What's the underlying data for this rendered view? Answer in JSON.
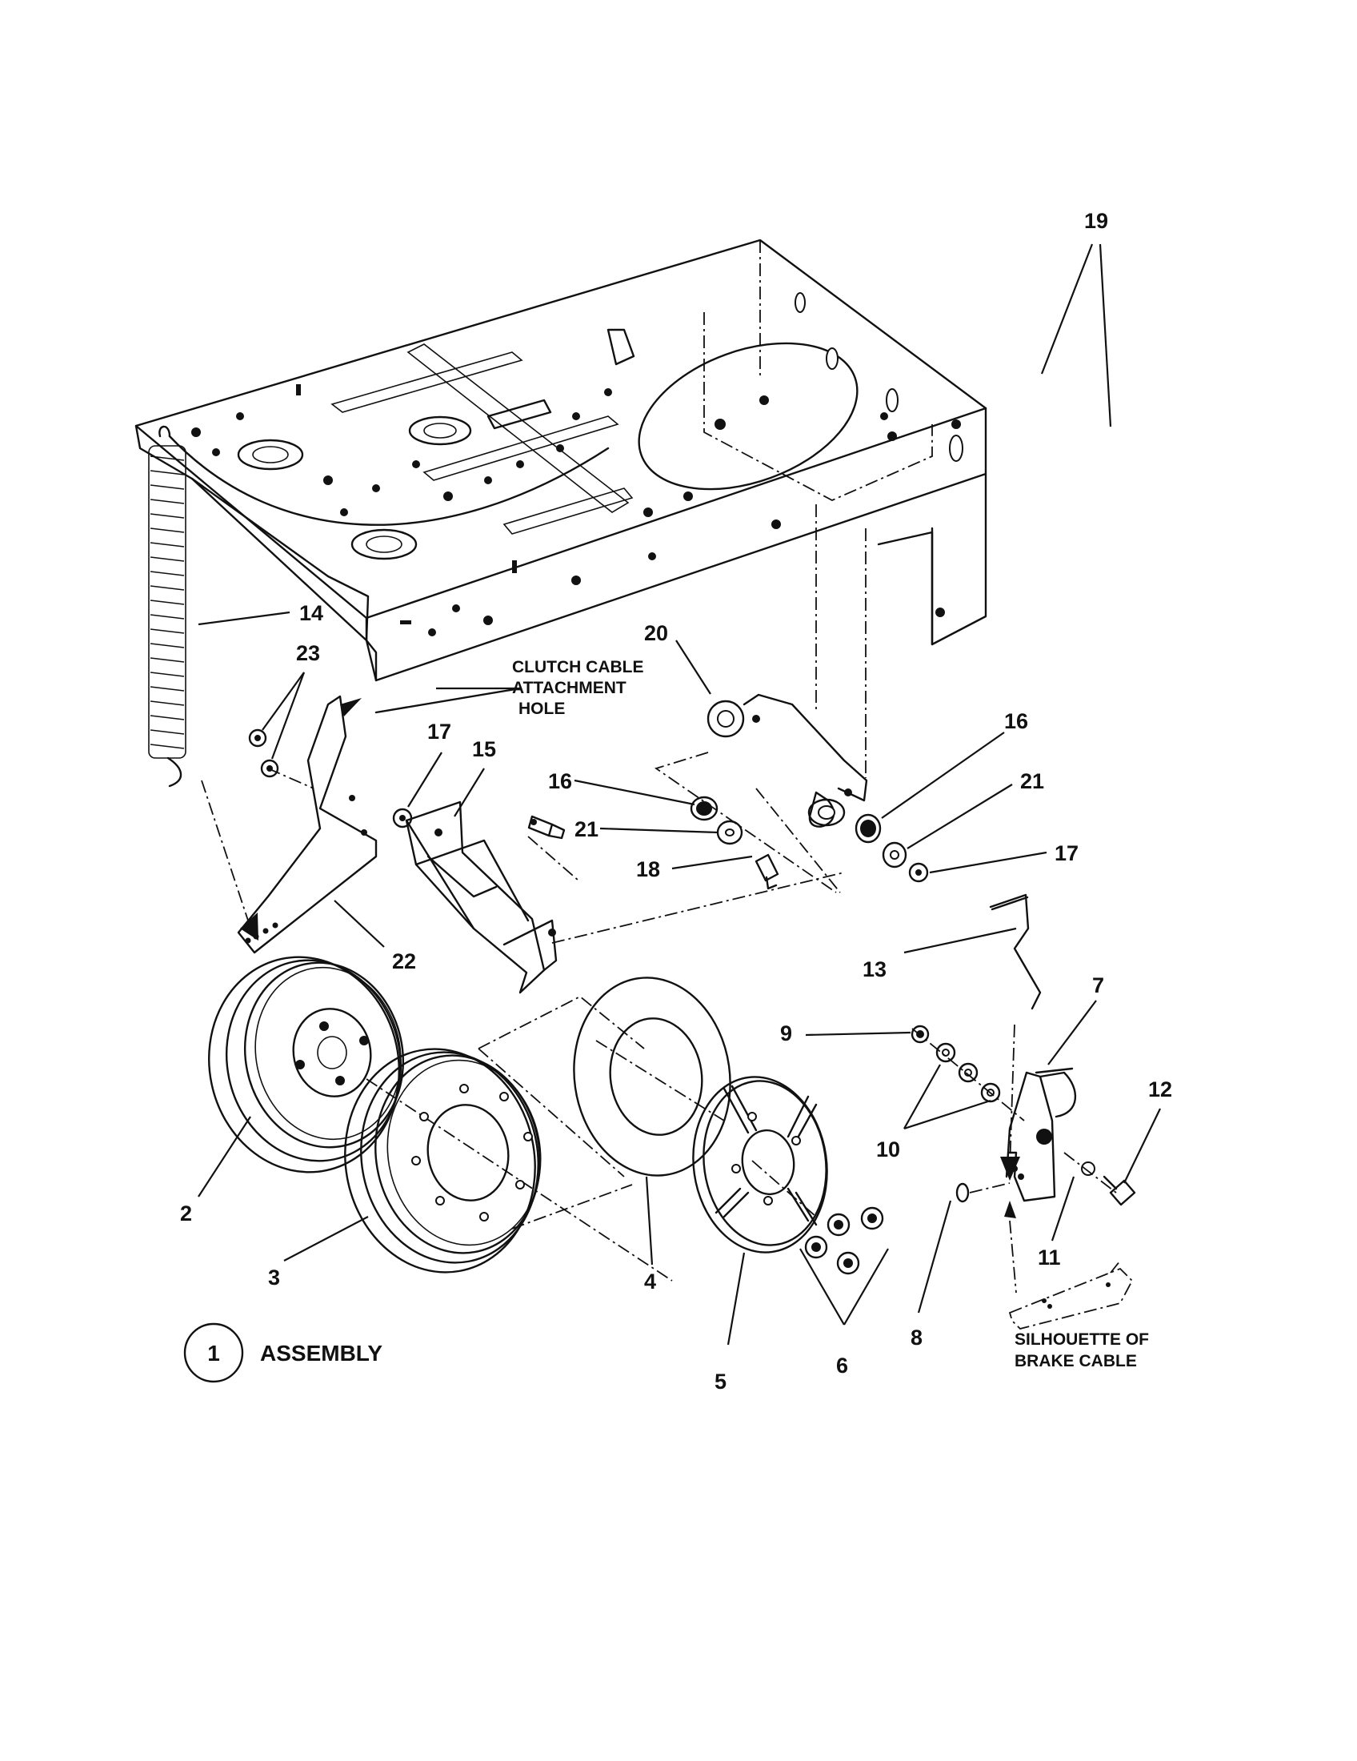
{
  "callouts": [
    {
      "id": "c19",
      "text": "19"
    },
    {
      "id": "c14",
      "text": "14"
    },
    {
      "id": "c23",
      "text": "23"
    },
    {
      "id": "c20",
      "text": "20"
    },
    {
      "id": "c17a",
      "text": "17"
    },
    {
      "id": "c15",
      "text": "15"
    },
    {
      "id": "c16a",
      "text": "16"
    },
    {
      "id": "c16b",
      "text": "16"
    },
    {
      "id": "c21a",
      "text": "21"
    },
    {
      "id": "c21b",
      "text": "21"
    },
    {
      "id": "c18",
      "text": "18"
    },
    {
      "id": "c17b",
      "text": "17"
    },
    {
      "id": "c22",
      "text": "22"
    },
    {
      "id": "c13",
      "text": "13"
    },
    {
      "id": "c7",
      "text": "7"
    },
    {
      "id": "c9",
      "text": "9"
    },
    {
      "id": "c12",
      "text": "12"
    },
    {
      "id": "c10",
      "text": "10"
    },
    {
      "id": "c2",
      "text": "2"
    },
    {
      "id": "c3",
      "text": "3"
    },
    {
      "id": "c4",
      "text": "4"
    },
    {
      "id": "c5",
      "text": "5"
    },
    {
      "id": "c11",
      "text": "11"
    },
    {
      "id": "c6",
      "text": "6"
    },
    {
      "id": "c8",
      "text": "8"
    }
  ],
  "notes": {
    "clutch_line1": "CLUTCH CABLE",
    "clutch_line2": "ATTACHMENT",
    "clutch_line3": "HOLE",
    "brake_line1": "SILHOUETTE OF",
    "brake_line2": "BRAKE CABLE"
  },
  "assembly": {
    "number": "1",
    "label": "ASSEMBLY"
  }
}
